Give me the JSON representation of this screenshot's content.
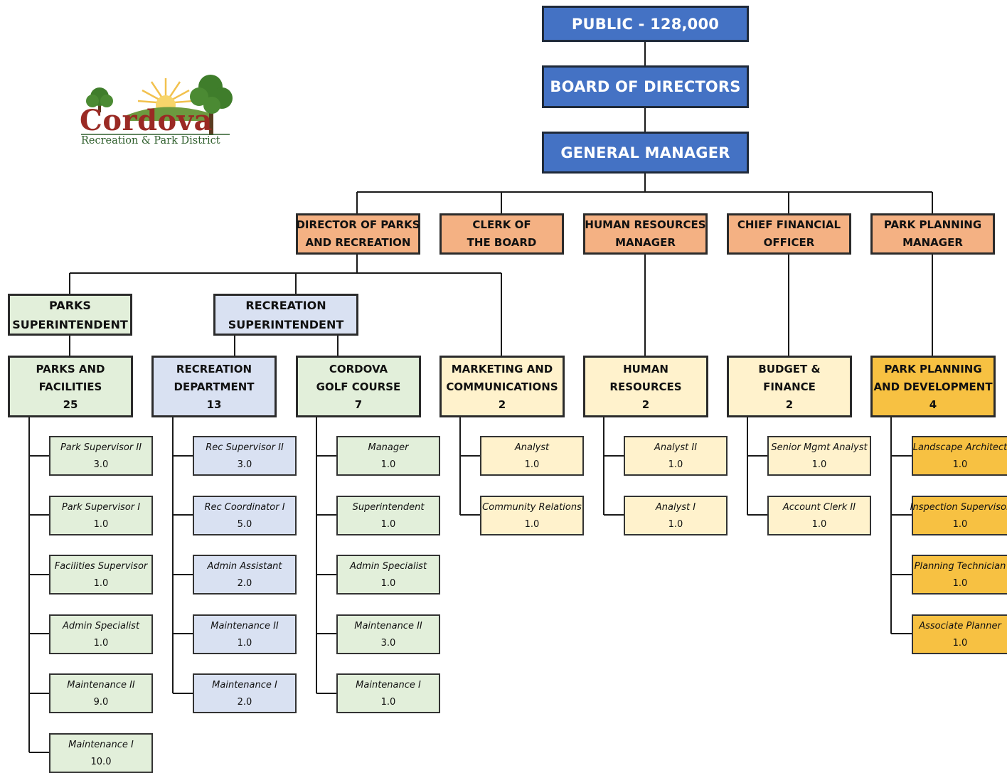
{
  "logo": {
    "name": "Cordova",
    "tagline": "Recreation & Park District"
  },
  "chain": {
    "public": "PUBLIC - 128,000",
    "board": "BOARD OF DIRECTORS",
    "gm": "GENERAL MANAGER"
  },
  "managers": [
    {
      "line1": "DIRECTOR OF PARKS",
      "line2": "AND RECREATION"
    },
    {
      "line1": "CLERK OF",
      "line2": "THE BOARD"
    },
    {
      "line1": "HUMAN RESOURCES",
      "line2": "MANAGER"
    },
    {
      "line1": "CHIEF FINANCIAL",
      "line2": "OFFICER"
    },
    {
      "line1": "PARK PLANNING",
      "line2": "MANAGER"
    }
  ],
  "superintendents": [
    {
      "line1": "PARKS",
      "line2": "SUPERINTENDENT"
    },
    {
      "line1": "RECREATION",
      "line2": "SUPERINTENDENT"
    }
  ],
  "departments": [
    {
      "line1": "PARKS AND",
      "line2": "FACILITIES",
      "count": "25"
    },
    {
      "line1": "RECREATION",
      "line2": "DEPARTMENT",
      "count": "13"
    },
    {
      "line1": "CORDOVA",
      "line2": "GOLF COURSE",
      "count": "7"
    },
    {
      "line1": "MARKETING AND",
      "line2": "COMMUNICATIONS",
      "count": "2"
    },
    {
      "line1": "HUMAN",
      "line2": "RESOURCES",
      "count": "2"
    },
    {
      "line1": "BUDGET &",
      "line2": "FINANCE",
      "count": "2"
    },
    {
      "line1": "PARK PLANNING",
      "line2": "AND DEVELOPMENT",
      "count": "4"
    }
  ],
  "roles": {
    "parks": [
      {
        "title": "Park Supervisor II",
        "fte": "3.0"
      },
      {
        "title": "Park Supervisor I",
        "fte": "1.0"
      },
      {
        "title": "Facilities Supervisor",
        "fte": "1.0"
      },
      {
        "title": "Admin Specialist",
        "fte": "1.0"
      },
      {
        "title": "Maintenance II",
        "fte": "9.0"
      },
      {
        "title": "Maintenance I",
        "fte": "10.0"
      }
    ],
    "rec": [
      {
        "title": "Rec Supervisor II",
        "fte": "3.0"
      },
      {
        "title": "Rec Coordinator I",
        "fte": "5.0"
      },
      {
        "title": "Admin Assistant",
        "fte": "2.0"
      },
      {
        "title": "Maintenance II",
        "fte": "1.0"
      },
      {
        "title": "Maintenance I",
        "fte": "2.0"
      }
    ],
    "golf": [
      {
        "title": "Manager",
        "fte": "1.0"
      },
      {
        "title": "Superintendent",
        "fte": "1.0"
      },
      {
        "title": "Admin Specialist",
        "fte": "1.0"
      },
      {
        "title": "Maintenance II",
        "fte": "3.0"
      },
      {
        "title": "Maintenance I",
        "fte": "1.0"
      }
    ],
    "marketing": [
      {
        "title": "Analyst",
        "fte": "1.0"
      },
      {
        "title": "Community Relations",
        "fte": "1.0"
      }
    ],
    "hr": [
      {
        "title": "Analyst II",
        "fte": "1.0"
      },
      {
        "title": "Analyst I",
        "fte": "1.0"
      }
    ],
    "finance": [
      {
        "title": "Senior Mgmt Analyst",
        "fte": "1.0"
      },
      {
        "title": "Account Clerk II",
        "fte": "1.0"
      }
    ],
    "planning": [
      {
        "title": "Landscape Architect",
        "fte": "1.0"
      },
      {
        "title": "Inspection Supervisor",
        "fte": "1.0"
      },
      {
        "title": "Planning Technician",
        "fte": "1.0"
      },
      {
        "title": "Associate Planner",
        "fte": "1.0"
      }
    ]
  },
  "colors": {
    "top": "#4472c4",
    "manager": "#f4b183",
    "green": "#e2efda",
    "blue": "#d9e1f2",
    "cream": "#fff2cc",
    "gold": "#f7c142"
  }
}
